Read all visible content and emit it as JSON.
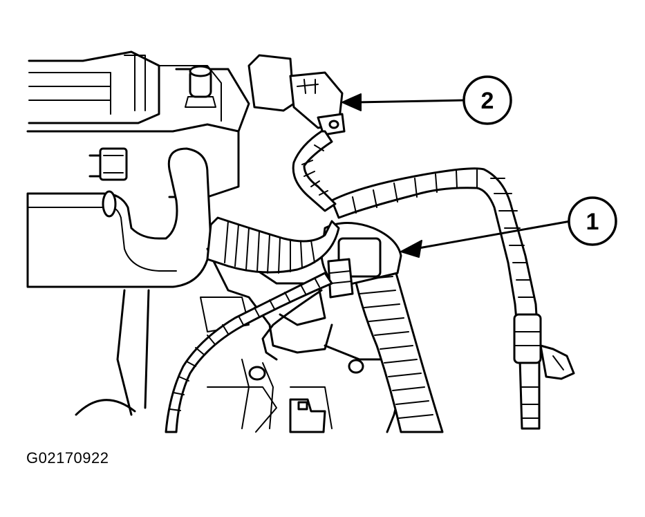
{
  "figure": {
    "code": "G02170922",
    "callouts": [
      {
        "number": "1"
      },
      {
        "number": "2"
      }
    ]
  },
  "colors": {
    "ink": "#000000",
    "paper": "#ffffff"
  }
}
